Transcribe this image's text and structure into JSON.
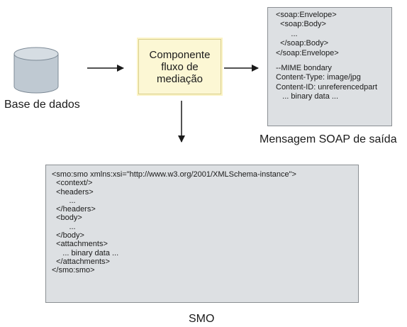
{
  "database": {
    "label": "Base de dados",
    "icon": "database-cylinder-icon"
  },
  "mediation": {
    "lines": [
      "Componente",
      "fluxo de",
      "mediação"
    ]
  },
  "soap_message": {
    "caption": "Mensagem SOAP de saída",
    "lines": [
      "<soap:Envelope>",
      "  <soap:Body>",
      "       ...",
      "  </soap:Body>",
      "</soap:Envelope>",
      "",
      "--MIME bondary",
      "Content-Type: image/jpg",
      "Content-ID: unreferencedpart",
      "   ... binary data ..."
    ]
  },
  "smo": {
    "caption": "SMO",
    "lines": [
      "<smo:smo xmlns:xsi=\"http://www.w3.org/2001/XMLSchema-instance\">",
      "  <context/>",
      "  <headers>",
      "        ...",
      "  </headers>",
      "  <body>",
      "        ...",
      "  </body>",
      "  <attachments>",
      "     ... binary data ...",
      "  </attachments>",
      "</smo:smo>"
    ]
  },
  "colors": {
    "cylinder_fill": "#bfc9d2",
    "cylinder_stroke": "#7d8a96",
    "mediation_fill": "#fcf7d4",
    "message_fill": "#dde0e3",
    "arrow": "#1a1a1a"
  }
}
